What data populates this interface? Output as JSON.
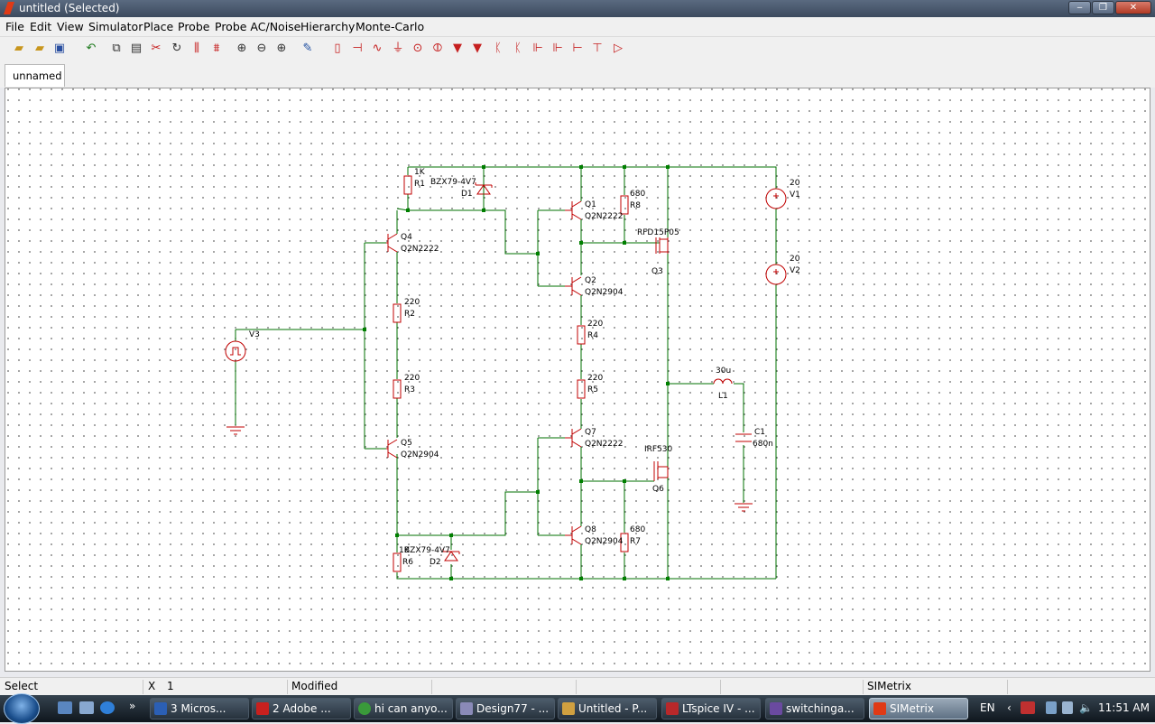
{
  "window": {
    "title": "untitled (Selected)",
    "minimize": "‒",
    "maximize": "❐",
    "close": "✕"
  },
  "menu": [
    "File",
    "Edit",
    "View",
    "Simulator",
    "Place",
    "Probe",
    "Probe AC/Noise",
    "Hierarchy",
    "Monte-Carlo"
  ],
  "toolbar_icons": [
    "open-folder-icon",
    "new-folder-icon",
    "save-icon",
    "undo-icon",
    "copy-icon",
    "paste-icon",
    "cut-icon",
    "rotate-icon",
    "mirror-icon",
    "flip-icon",
    "zoom-fit-icon",
    "zoom-out-icon",
    "zoom-in-icon",
    "wire-pen-icon",
    "resistor-icon",
    "capacitor-icon",
    "inductor-icon",
    "ground-icon",
    "source-icon",
    "probe-icon",
    "diode-icon",
    "zener-icon",
    "npn-icon",
    "pnp-icon",
    "nmos-icon",
    "pmos-icon",
    "switch-icon",
    "jfet-icon",
    "opamp-icon"
  ],
  "tab": {
    "label": "unnamed"
  },
  "components": {
    "R1": {
      "ref": "R1",
      "value": "1K"
    },
    "D1": {
      "ref": "D1",
      "value": "BZX79-4V7"
    },
    "Q1": {
      "ref": "Q1",
      "value": "Q2N2222"
    },
    "R8": {
      "ref": "R8",
      "value": "680"
    },
    "Q3": {
      "ref": "Q3",
      "value": "RFD15P05"
    },
    "V1": {
      "ref": "V1",
      "value": "20"
    },
    "V2": {
      "ref": "V2",
      "value": "20"
    },
    "Q4": {
      "ref": "Q4",
      "value": "Q2N2222"
    },
    "Q2": {
      "ref": "Q2",
      "value": "Q2N2904"
    },
    "R2": {
      "ref": "R2",
      "value": "220"
    },
    "V3": {
      "ref": "V3"
    },
    "R4": {
      "ref": "R4",
      "value": "220"
    },
    "R3": {
      "ref": "R3",
      "value": "220"
    },
    "R5": {
      "ref": "R5",
      "value": "220"
    },
    "L1": {
      "ref": "L1",
      "value": "30u"
    },
    "Q5": {
      "ref": "Q5",
      "value": "Q2N2904"
    },
    "Q7": {
      "ref": "Q7",
      "value": "Q2N2222"
    },
    "C1": {
      "ref": "C1",
      "value": "680n"
    },
    "Q6": {
      "ref": "Q6",
      "value": "IRF530"
    },
    "Q8": {
      "ref": "Q8",
      "value": "Q2N2904"
    },
    "R7": {
      "ref": "R7",
      "value": "680"
    },
    "R6": {
      "ref": "R6",
      "value": "1K"
    },
    "D2": {
      "ref": "D2",
      "value": "BZX79-4V7"
    }
  },
  "status": {
    "mode": "Select",
    "x_label": "X",
    "x_value": "1",
    "modified": "Modified",
    "app": "SIMetrix"
  },
  "taskbar": {
    "tasks": [
      "3 Micros...",
      "2 Adobe ...",
      "hi can anyo...",
      "Design77 - ...",
      "Untitled - P...",
      "LTspice IV - ...",
      "switchinga...",
      "SIMetrix"
    ],
    "lang": "EN",
    "time": "11:51 AM",
    "more": "»"
  },
  "colors": {
    "wire": "#007000",
    "part": "#c00000",
    "junction": "#008000"
  }
}
